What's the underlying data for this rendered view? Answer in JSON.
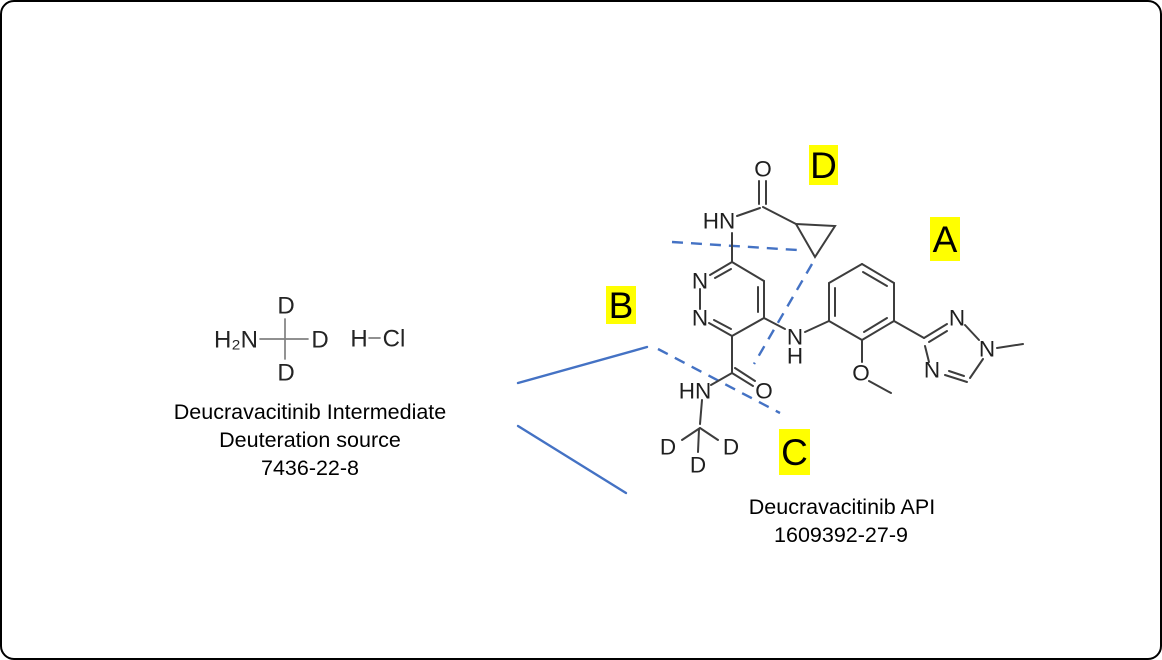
{
  "colors": {
    "accent_blue": "#4472C4",
    "highlight_yellow": "#FFFF00",
    "bond_dark": "#3d3d3d",
    "bond_gray": "#808080"
  },
  "intermediate": {
    "atoms": {
      "amine": "H₂N",
      "d_top": "D",
      "d_right": "D",
      "d_bottom": "D",
      "hydrogen": "H",
      "chloride": "Cl"
    },
    "name_line1": "Deucravacitinib Intermediate",
    "name_line2": "Deuteration source",
    "cas": "7436-22-8"
  },
  "api": {
    "atoms": {
      "amide_o_top": "O",
      "amide_hn_top": "HN",
      "pyridazine_n1": "N",
      "pyridazine_n2": "N",
      "aniline_n": "N",
      "aniline_h": "H",
      "methoxy_o": "O",
      "triazole_n_top": "N",
      "triazole_n_right": "N",
      "triazole_n_bottom": "N",
      "amide_hn_bottom": "HN",
      "amide_o_bottom": "O",
      "cd3_d_left": "D",
      "cd3_d_right": "D",
      "cd3_d_bottom": "D"
    },
    "name": "Deucravacitinib API",
    "cas": "1609392-27-9"
  },
  "region_labels": {
    "a": "A",
    "b": "B",
    "c": "C",
    "d": "D"
  }
}
